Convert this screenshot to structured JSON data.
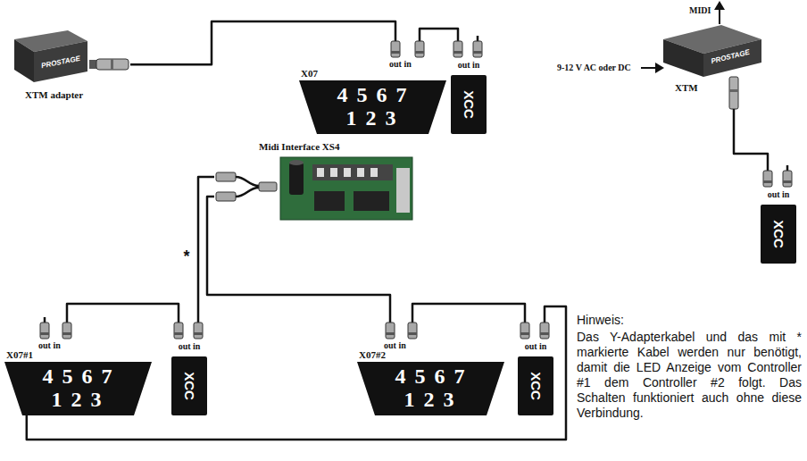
{
  "diagram": {
    "nodes": [
      {
        "text": [
          "PROSTAGE",
          "XTM adapter"
        ]
      },
      {
        "text": [
          "X07",
          "out in",
          "4 5 6 7",
          "1 2 3"
        ]
      },
      {
        "text": [
          "out in",
          "XCC"
        ]
      },
      {
        "text": [
          "PROSTAGE",
          "XTM"
        ]
      },
      {
        "text": [
          "out in",
          "XCC"
        ]
      },
      {
        "text": [
          "Midi Interface XS4"
        ]
      },
      {
        "text": [
          "X07#1",
          "out in",
          "4 5 6 7",
          "1 2 3"
        ]
      },
      {
        "text": [
          "out in",
          "XCC"
        ]
      },
      {
        "text": [
          "X07#2",
          "out in",
          "4 5 6 7",
          "1 2 3"
        ]
      },
      {
        "text": [
          "out in",
          "XCC"
        ]
      }
    ],
    "edges": [
      {
        "from": 0,
        "to": 1,
        "arrow": "none"
      },
      {
        "from": 1,
        "to": 2,
        "arrow": "none"
      },
      {
        "from": 3,
        "to": 4,
        "arrow": "none"
      },
      {
        "from": 5,
        "to": 7,
        "label": "*",
        "arrow": "none"
      },
      {
        "from": 5,
        "to": 8,
        "arrow": "none"
      },
      {
        "from": 6,
        "to": 7,
        "arrow": "none"
      },
      {
        "from": 6,
        "to": 9,
        "arrow": "none"
      },
      {
        "from": 8,
        "to": 9,
        "arrow": "none"
      }
    ],
    "labels": [
      "MIDI",
      "9-12 V AC oder DC",
      "Hinweis:",
      "Das Y-Adapterkabel und das mit * markierte Kabel werden nur benötigt, damit die LED Anzeige vom Controller #1 dem Controller #2 folgt. Das Schalten funktioniert auch ohne diese Verbindung."
    ]
  }
}
